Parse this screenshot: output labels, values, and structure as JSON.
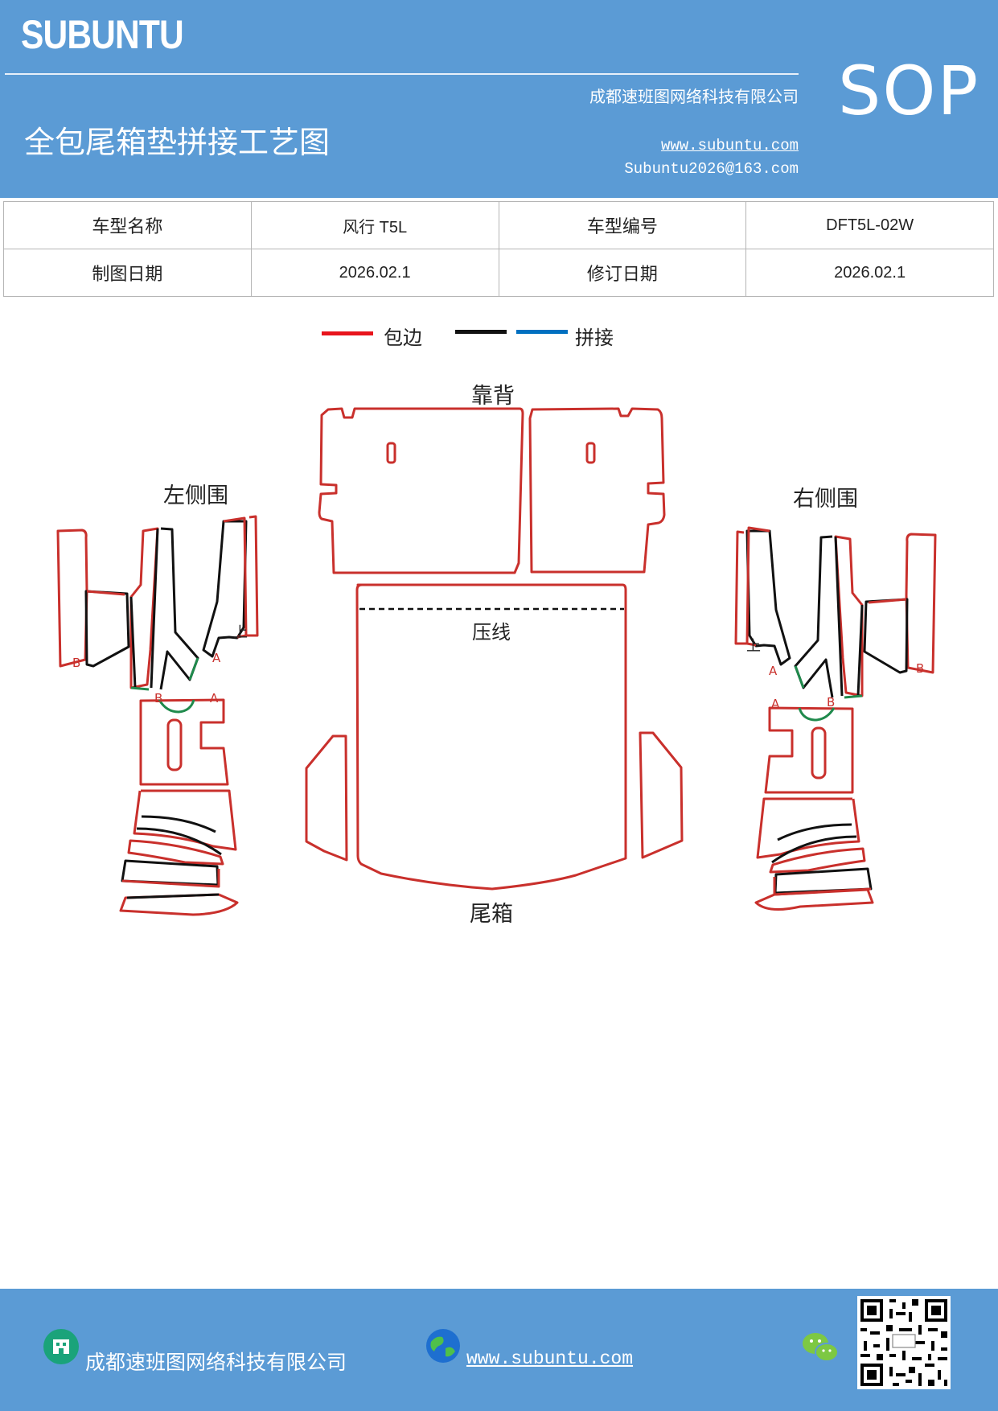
{
  "header": {
    "brand": "SUBUNTU",
    "company": "成都速班图网络科技有限公司",
    "title": "全包尾箱垫拼接工艺图",
    "website": "www.subuntu.com",
    "email": "Subuntu2026@163.com",
    "badge": "SOP"
  },
  "info_table": {
    "rows": [
      [
        "车型名称",
        "风行 T5L",
        "车型编号",
        "DFT5L-02W"
      ],
      [
        "制图日期",
        "2026.02.1",
        "修订日期",
        "2026.02.1"
      ]
    ]
  },
  "legend": {
    "items": [
      {
        "label": "包边",
        "color": "#e8141c"
      },
      {
        "label": "",
        "color": "#111111"
      },
      {
        "label": "拼接",
        "color": "#0070c0"
      }
    ]
  },
  "diagram": {
    "backrest_label": "靠背",
    "left_label": "左侧围",
    "right_label": "右侧围",
    "crease_label": "压线",
    "trunk_label": "尾箱",
    "mark_a": "A",
    "mark_b": "B",
    "mark_up": "上"
  },
  "footer": {
    "company": "成都速班图网络科技有限公司",
    "website": "www.subuntu.com"
  }
}
